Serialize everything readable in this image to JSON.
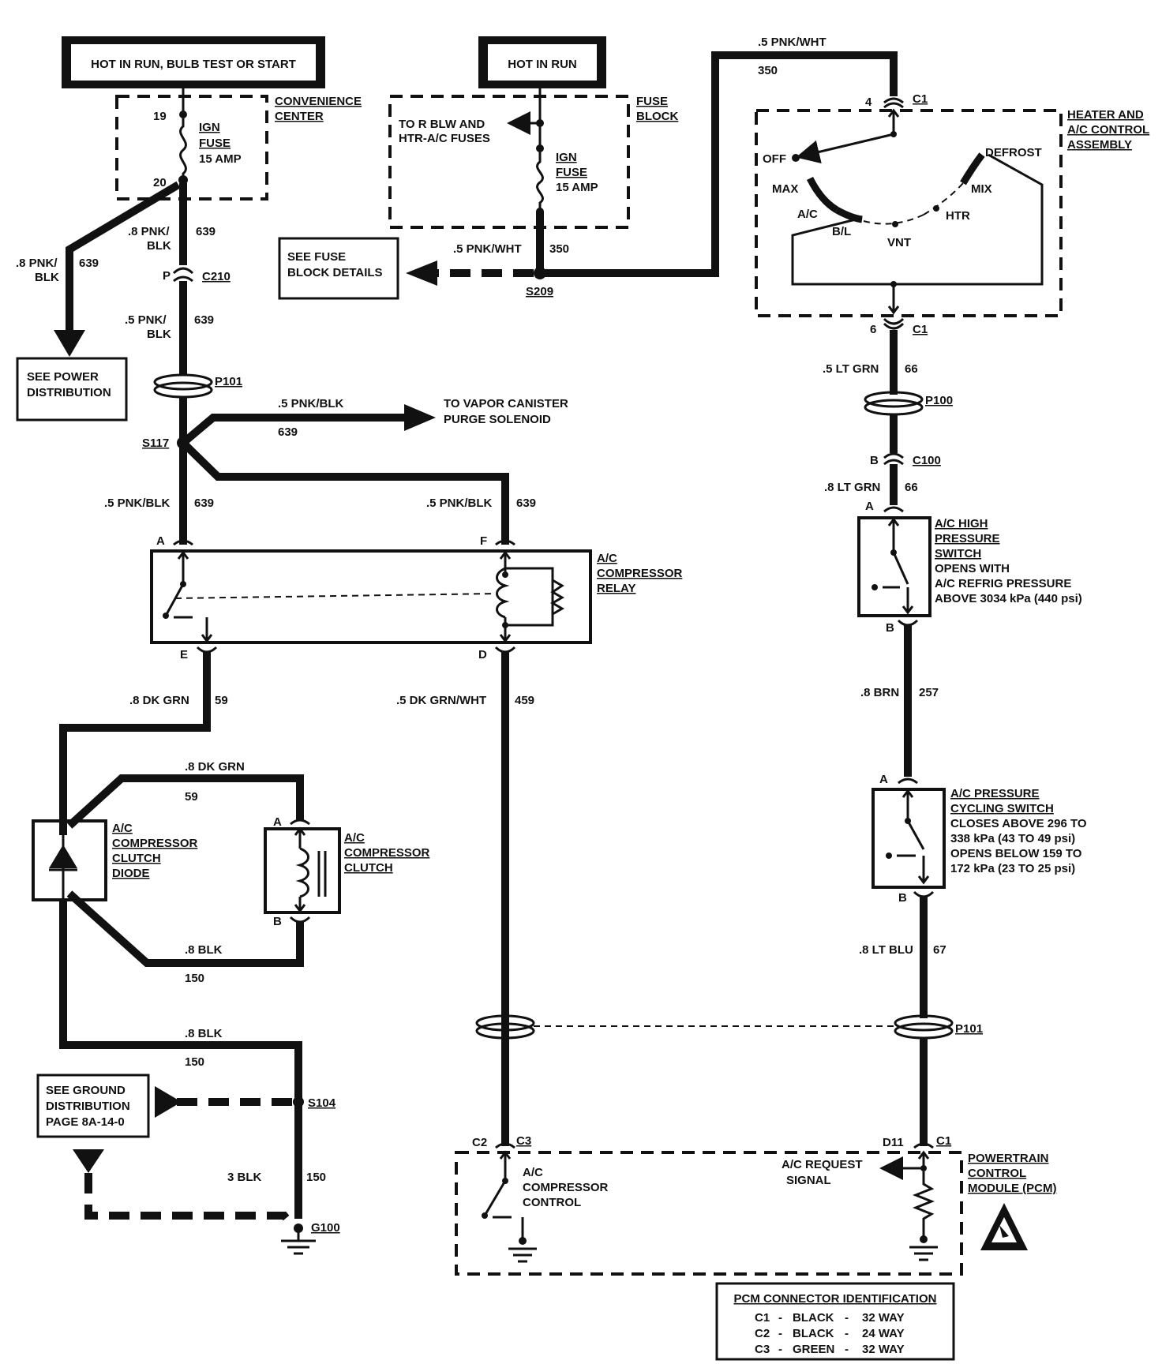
{
  "power": {
    "hot_run_bulb_start": "HOT IN RUN, BULB TEST OR START",
    "hot_in_run": "HOT IN RUN"
  },
  "convenience_center": {
    "label_line1": "CONVENIENCE",
    "label_line2": "CENTER",
    "terminal_top": "19",
    "terminal_bottom": "20",
    "fuse_line1": "IGN",
    "fuse_line2": "FUSE",
    "fuse_line3": "15 AMP"
  },
  "fuse_block": {
    "label_line1": "FUSE",
    "label_line2": "BLOCK",
    "to_line1": "TO R BLW AND",
    "to_line2": "HTR-A/C FUSES",
    "fuse_line1": "IGN",
    "fuse_line2": "FUSE",
    "fuse_line3": "15 AMP"
  },
  "refs": {
    "see_fuse_line1": "SEE FUSE",
    "see_fuse_line2": "BLOCK DETAILS",
    "see_power_line1": "SEE POWER",
    "see_power_line2": "DISTRIBUTION",
    "vapor_line1": "TO VAPOR CANISTER",
    "vapor_line2": "PURGE SOLENOID",
    "ground_line1": "SEE GROUND",
    "ground_line2": "DISTRIBUTION",
    "ground_line3": "PAGE 8A-14-0"
  },
  "wires": {
    "pnk_blk_8a": ".8 PNK/",
    "pnk_blk_8b": "BLK",
    "c639a": "639",
    "pnk_blk_8c": ".8 PNK/",
    "pnk_blk_8d": "BLK",
    "c639b": "639",
    "pnk_blk_5a": ".5 PNK/",
    "pnk_blk_5b": "BLK",
    "c639c": "639",
    "pnk_blk_vapor": ".5 PNK/BLK",
    "c639d": "639",
    "pnk_blk_left": ".5 PNK/BLK",
    "c639e": "639",
    "pnk_blk_right": ".5 PNK/BLK",
    "c639f": "639",
    "pnk_wht_mid": ".5 PNK/WHT",
    "c350a": "350",
    "pnk_wht_top": ".5 PNK/WHT",
    "c350b": "350",
    "lt_grn_5": ".5 LT GRN",
    "c66a": "66",
    "lt_grn_8": ".8 LT GRN",
    "c66b": "66",
    "brn": ".8 BRN",
    "c257": "257",
    "lt_blu": ".8 LT BLU",
    "c67": "67",
    "dk_grn_a": ".8 DK GRN",
    "c59a": "59",
    "dk_grn_b": ".8 DK GRN",
    "c59b": "59",
    "dk_grn_wht": ".5 DK GRN/WHT",
    "c459": "459",
    "blk_a": ".8 BLK",
    "c150a": "150",
    "blk_b": ".8 BLK",
    "c150b": "150",
    "blk_c": "3 BLK",
    "c150c": "150"
  },
  "connectors": {
    "p": "P",
    "c210": "C210",
    "p101": "P101",
    "s117": "S117",
    "s209": "S209",
    "c1_top_pin": "4",
    "c1_top": "C1",
    "c1_bot_pin": "6",
    "c1_bot": "C1",
    "p100": "P100",
    "b_c100": "B",
    "c100": "C100",
    "a_hp": "A",
    "b_hp": "B",
    "a_pc": "A",
    "b_pc": "B",
    "p101_right": "P101",
    "relay_a": "A",
    "relay_f": "F",
    "relay_e": "E",
    "relay_d": "D",
    "clutch_a": "A",
    "clutch_b": "B",
    "s104": "S104",
    "g100": "G100",
    "c2": "C2",
    "c3": "C3",
    "d11": "D11",
    "c1_pcm": "C1"
  },
  "heater_control": {
    "label_line1": "HEATER AND",
    "label_line2": "A/C CONTROL",
    "label_line3": "ASSEMBLY",
    "off": "OFF",
    "max": "MAX",
    "ac": "A/C",
    "bl": "B/L",
    "vnt": "VNT",
    "htr": "HTR",
    "mix": "MIX",
    "defrost": "DEFROST"
  },
  "relay": {
    "label_line1": "A/C",
    "label_line2": "COMPRESSOR",
    "label_line3": "RELAY"
  },
  "hp_switch": {
    "line1": "A/C HIGH",
    "line2": "PRESSURE",
    "line3": "SWITCH",
    "line4": "OPENS WITH",
    "line5": "A/C REFRIG PRESSURE",
    "line6": "ABOVE 3034 kPa (440 psi)"
  },
  "pc_switch": {
    "line1": "A/C PRESSURE",
    "line2": "CYCLING SWITCH",
    "line3": "CLOSES ABOVE 296 TO",
    "line4": "338 kPa (43 TO 49 psi)",
    "line5": "OPENS BELOW 159 TO",
    "line6": "172 kPa (23 TO 25 psi)"
  },
  "diode": {
    "line1": "A/C",
    "line2": "COMPRESSOR",
    "line3": "CLUTCH",
    "line4": "DIODE"
  },
  "clutch": {
    "line1": "A/C",
    "line2": "COMPRESSOR",
    "line3": "CLUTCH"
  },
  "pcm": {
    "label_line1": "POWERTRAIN",
    "label_line2": "CONTROL",
    "label_line3": "MODULE (PCM)",
    "ctrl_line1": "A/C",
    "ctrl_line2": "COMPRESSOR",
    "ctrl_line3": "CONTROL",
    "req_line1": "A/C REQUEST",
    "req_line2": "SIGNAL"
  },
  "pcm_table": {
    "title": "PCM CONNECTOR IDENTIFICATION",
    "rows": [
      {
        "id": "C1",
        "sep1": "-",
        "color": "BLACK",
        "sep2": "-",
        "ways": "32 WAY"
      },
      {
        "id": "C2",
        "sep1": "-",
        "color": "BLACK",
        "sep2": "-",
        "ways": "24 WAY"
      },
      {
        "id": "C3",
        "sep1": "-",
        "color": "GREEN",
        "sep2": "-",
        "ways": "32 WAY"
      }
    ]
  }
}
